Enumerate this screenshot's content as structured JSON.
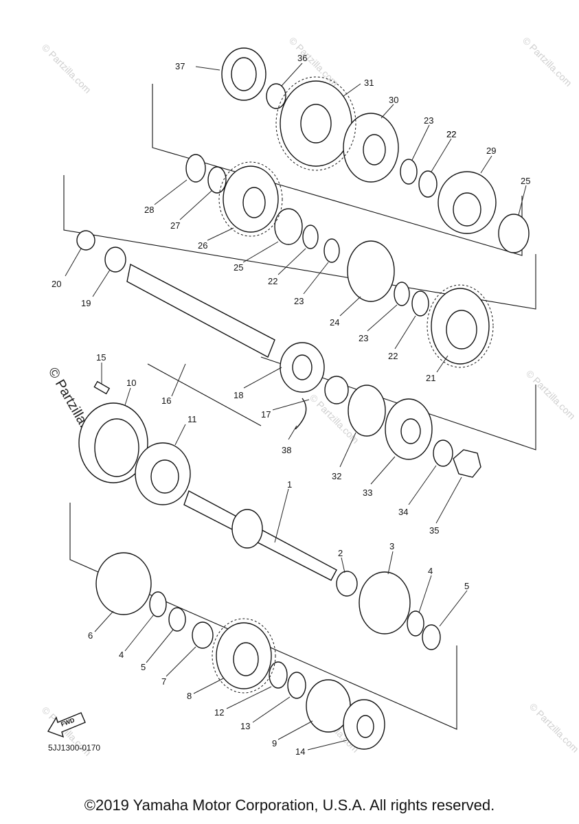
{
  "diagram_id": "5JJ1300-0170",
  "fwd_label": "FWD",
  "watermark": "© Partzilla.com",
  "copyright": "©2019 Yamaha Motor Corporation, U.S.A. All rights reserved.",
  "callouts": [
    "1",
    "2",
    "3",
    "4",
    "5",
    "6",
    "4",
    "5",
    "7",
    "8",
    "12",
    "13",
    "9",
    "14",
    "10",
    "11",
    "15",
    "16",
    "17",
    "18",
    "38",
    "32",
    "33",
    "34",
    "35",
    "19",
    "20",
    "21",
    "22",
    "23",
    "24",
    "25",
    "22",
    "23",
    "22",
    "26",
    "27",
    "28",
    "25",
    "29",
    "22",
    "23",
    "30",
    "31",
    "36",
    "37"
  ]
}
